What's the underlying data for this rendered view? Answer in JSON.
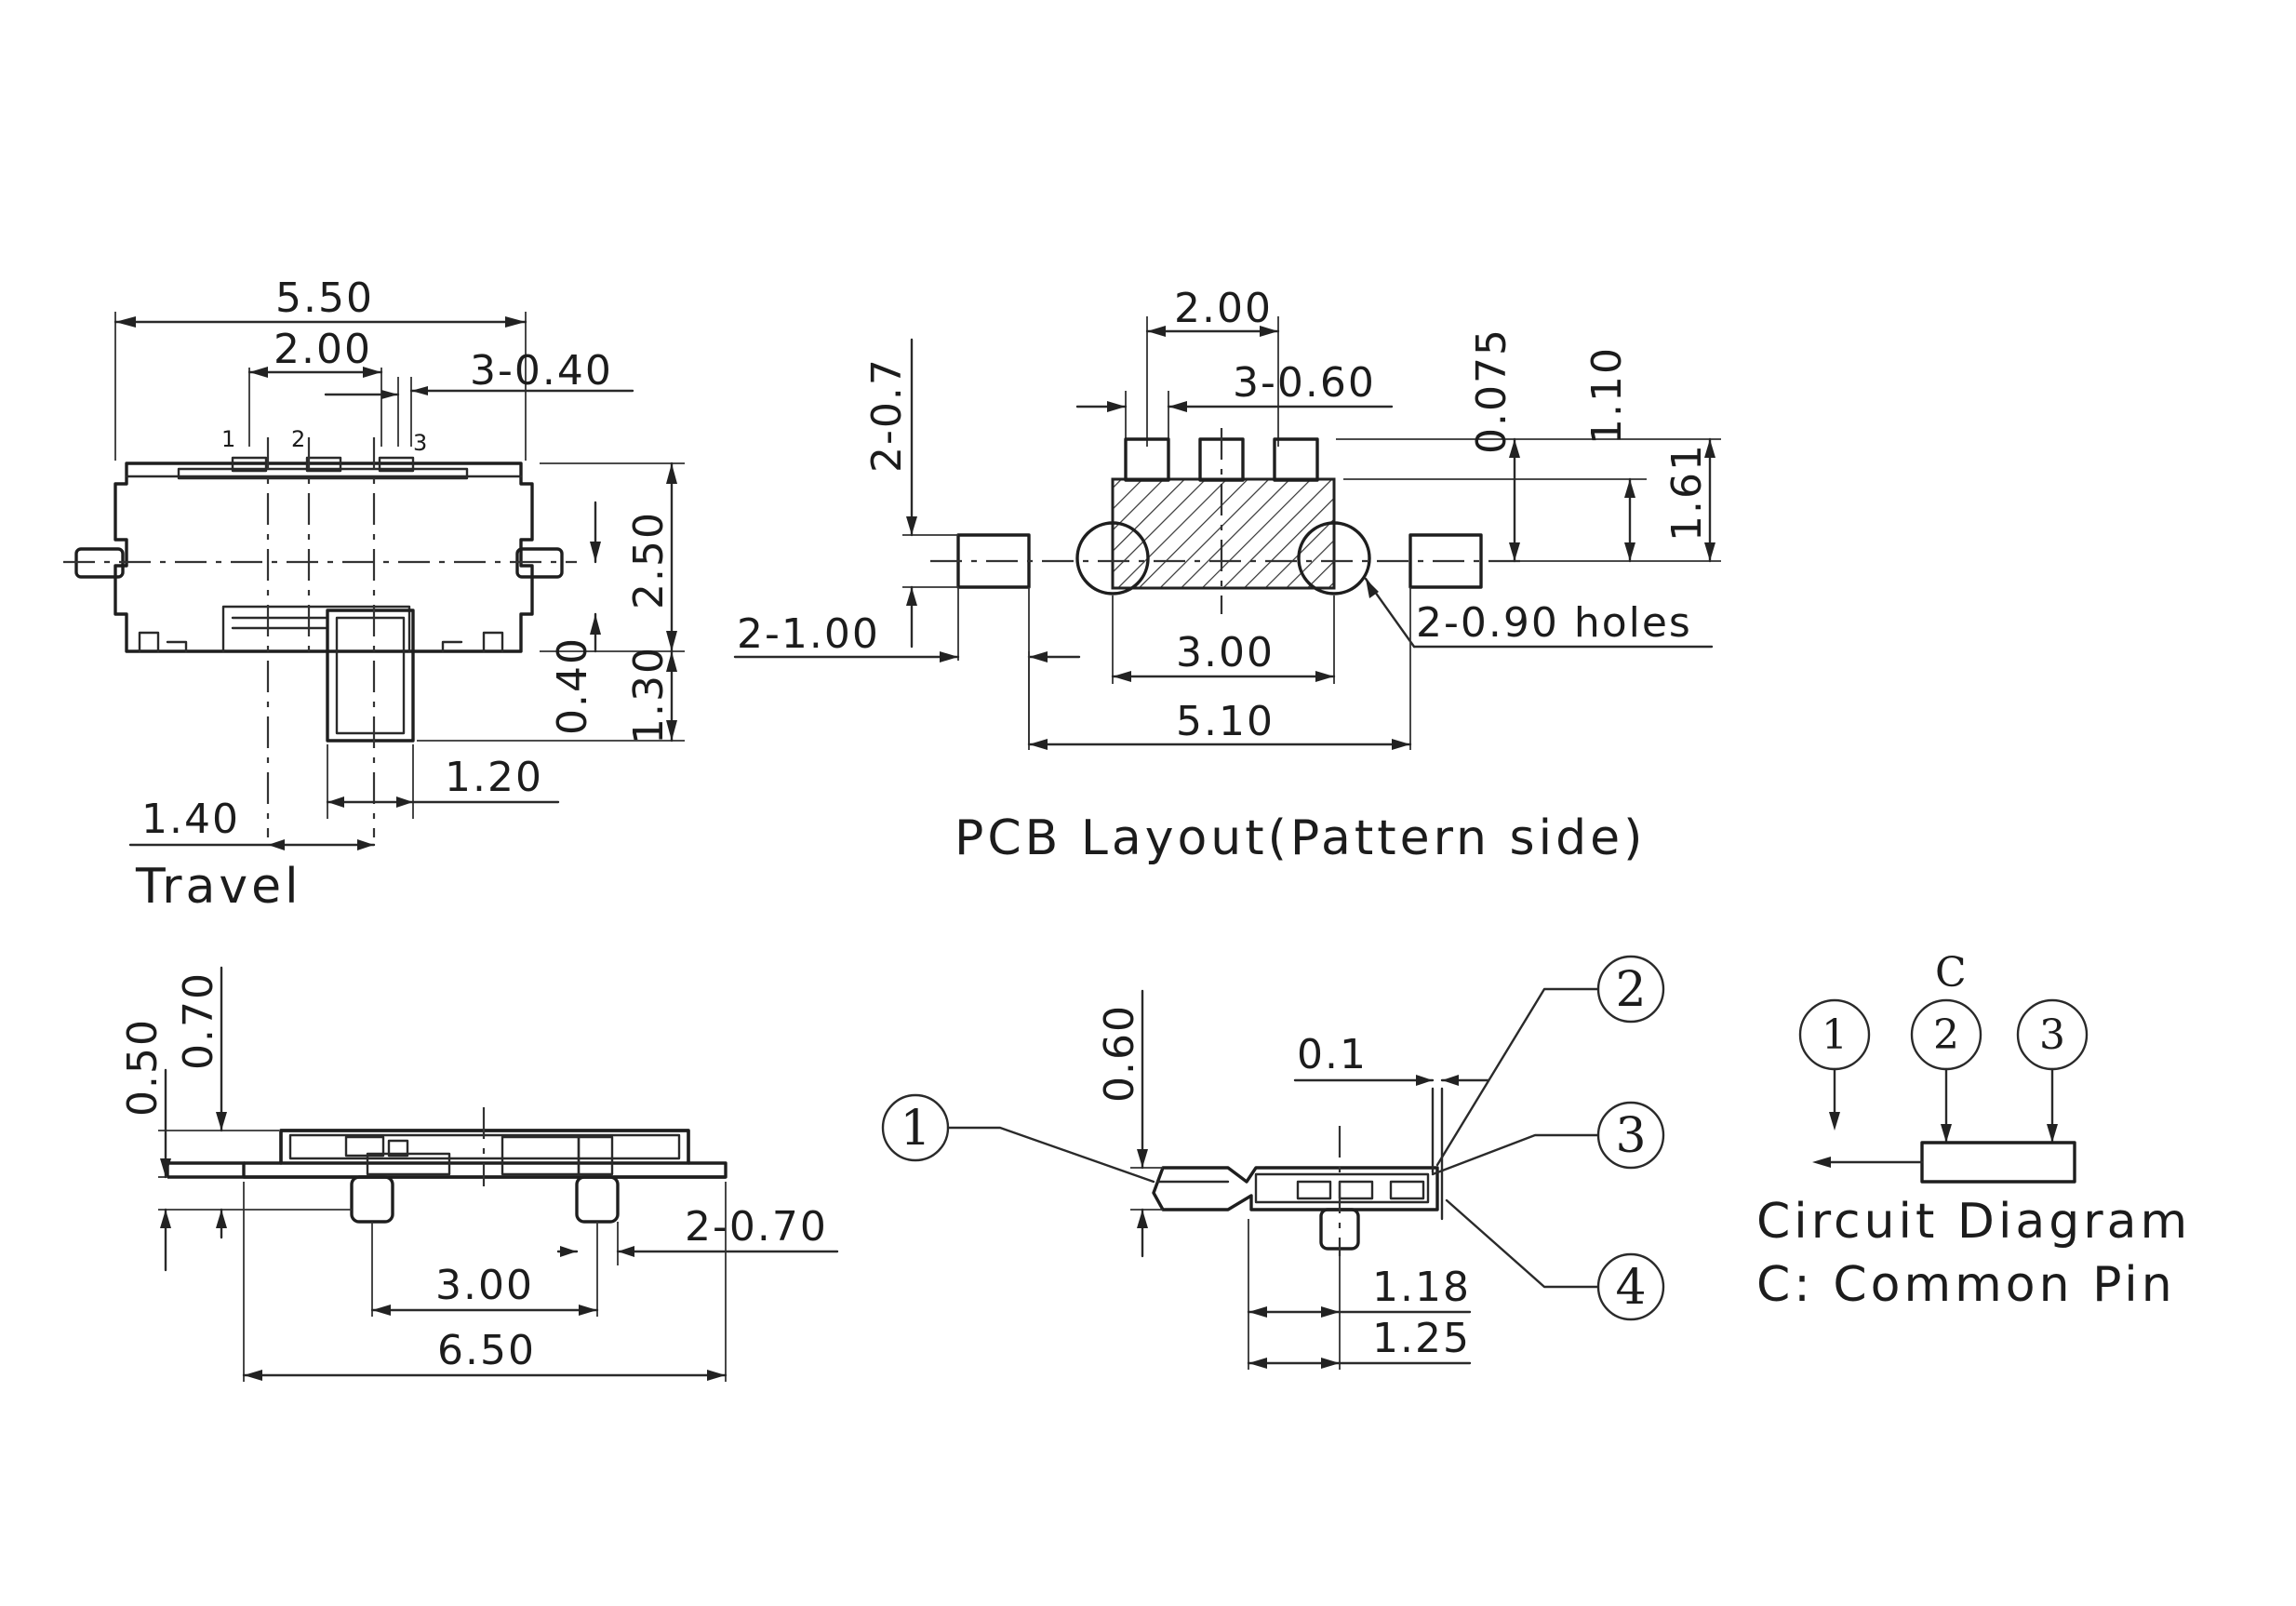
{
  "top_view": {
    "dim_width": "5.50",
    "dim_pin_span": "2.00",
    "dim_pin_width": "3-0.40",
    "pin_labels": [
      "1",
      "2",
      "3"
    ],
    "dim_body_height": "2.50",
    "dim_actuator_offset": "0.40",
    "dim_actuator_height": "1.30",
    "dim_actuator_width": "1.20",
    "dim_travel": "1.40",
    "travel_label": "Travel"
  },
  "pcb_layout": {
    "dim_pad_span": "2.00",
    "dim_pad_width": "3-0.60",
    "dim_side_pad": "2-0.7",
    "dim_side_pad_w": "2-1.00",
    "dim_pad_gap": "0.075",
    "dim_pad_len": "1.10",
    "dim_total_h": "1.61",
    "dim_hole_span": "3.00",
    "dim_total_w": "5.10",
    "holes_label": "2-0.90 holes",
    "title": "PCB Layout(Pattern side)"
  },
  "front_view": {
    "dim_top_a": "0.50",
    "dim_top_b": "0.70",
    "dim_post_w": "2-0.70",
    "dim_post_span": "3.00",
    "dim_total_w": "6.50"
  },
  "side_view": {
    "dim_height": "0.60",
    "dim_gap": "0.1",
    "dim_a": "1.18",
    "dim_b": "1.25",
    "callouts": [
      "1",
      "2",
      "3",
      "4"
    ]
  },
  "circuit": {
    "common_letter": "C",
    "pins": [
      "1",
      "2",
      "3"
    ],
    "title": "Circuit Diagram",
    "subtitle": "C: Common Pin"
  }
}
